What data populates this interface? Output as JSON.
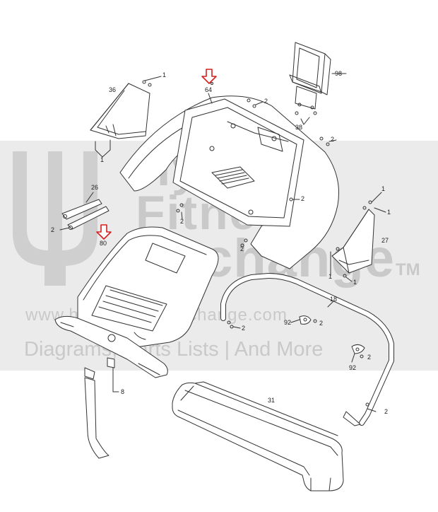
{
  "watermark": {
    "word1": "Hydro",
    "word2": "Fitness",
    "word3": "Exchange",
    "trademark": "TM",
    "url": "www.hydrofitnessexchange.com",
    "tagline": "Diagrams, Parts Lists | And More"
  },
  "callouts": [
    {
      "id": "c-1-top",
      "text": "1"
    },
    {
      "id": "c-36",
      "text": "36"
    },
    {
      "id": "c-1-left",
      "text": "1"
    },
    {
      "id": "c-64",
      "text": "64"
    },
    {
      "id": "c-2-top",
      "text": "2"
    },
    {
      "id": "c-98",
      "text": "98"
    },
    {
      "id": "c-38",
      "text": "38"
    },
    {
      "id": "c-2-right",
      "text": "2"
    },
    {
      "id": "c-26",
      "text": "26"
    },
    {
      "id": "c-2-left",
      "text": "2"
    },
    {
      "id": "c-80",
      "text": "80"
    },
    {
      "id": "c-2-mid",
      "text": "2"
    },
    {
      "id": "c-2-frame",
      "text": "2"
    },
    {
      "id": "c-2-pod",
      "text": "2"
    },
    {
      "id": "c-1-r1",
      "text": "1"
    },
    {
      "id": "c-1-r2",
      "text": "1"
    },
    {
      "id": "c-27",
      "text": "27"
    },
    {
      "id": "c-1-r3",
      "text": "1"
    },
    {
      "id": "c-1-r4",
      "text": "1"
    },
    {
      "id": "c-18",
      "text": "18"
    },
    {
      "id": "c-2-h1",
      "text": "2"
    },
    {
      "id": "c-92-a",
      "text": "92"
    },
    {
      "id": "c-2-h2",
      "text": "2"
    },
    {
      "id": "c-2-h3",
      "text": "2"
    },
    {
      "id": "c-92-b",
      "text": "92"
    },
    {
      "id": "c-8",
      "text": "8"
    },
    {
      "id": "c-31",
      "text": "31"
    },
    {
      "id": "c-2-bot",
      "text": "2"
    }
  ],
  "colors": {
    "line": "#333333",
    "highlight_arrow": "#d42020",
    "watermark": "#c9c9c9"
  }
}
